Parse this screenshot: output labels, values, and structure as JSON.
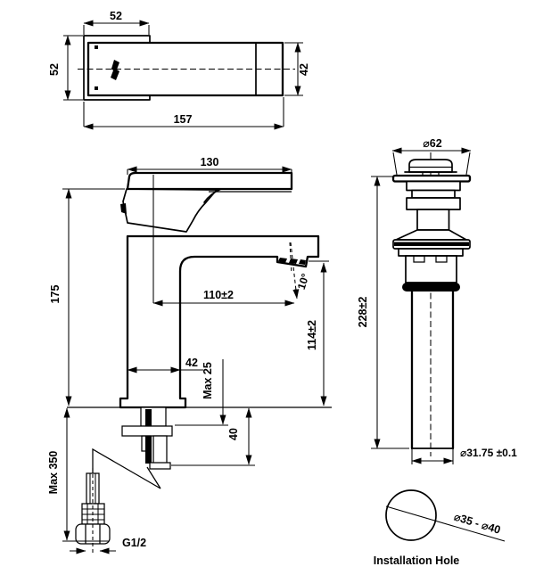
{
  "colors": {
    "line": "#000000",
    "background": "#ffffff"
  },
  "views": {
    "top": {
      "width_top": "52",
      "height_left": "52",
      "length_bottom": "157",
      "spout_width": "42"
    },
    "front": {
      "handle_length": "130",
      "total_height": "175",
      "spout_reach": "110±2",
      "spout_angle": "10°",
      "outlet_height": "114±2",
      "body_width": "42",
      "max_counter_thickness": "Max 25",
      "shank_length": "40",
      "max_hose_length": "Max 350",
      "thread_size": "G1/2"
    },
    "drain": {
      "cap_diameter": "⌀62",
      "total_height": "228±2",
      "tailpipe_diameter": "⌀31.75 ±0.1"
    },
    "installation_hole": {
      "diameter_range": "⌀35 - ⌀40",
      "label": "Installation Hole"
    }
  }
}
